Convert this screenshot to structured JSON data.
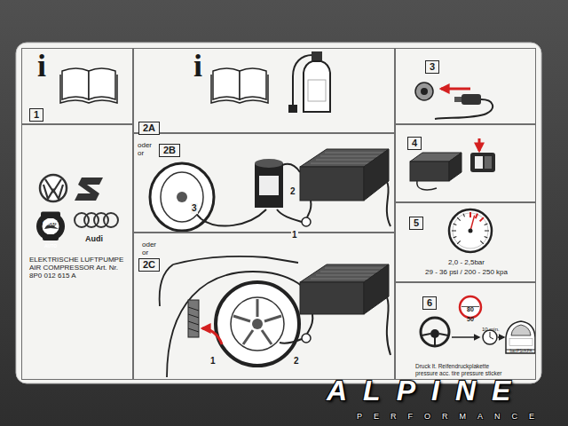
{
  "diagram": {
    "nodes": [
      {
        "text": [
          "1"
        ]
      },
      {
        "text": [
          "2A"
        ]
      },
      {
        "text": [
          "3"
        ]
      },
      {
        "text": [
          "ELEKTRISCHE LUFTPUMPE AIR COMPRESSOR Art. Nr. 8P0 012 615 A"
        ]
      },
      {
        "text": [
          "2B"
        ]
      },
      {
        "text": [
          "4"
        ]
      },
      {
        "text": [
          "5",
          "2,0 - 2,5bar",
          "29 - 36 psi / 200 - 250 kpa"
        ]
      },
      {
        "text": [
          "2C"
        ]
      },
      {
        "text": [
          "6",
          "Druck lt. Reifendruckplakette",
          "pressure acc. tire pressure sticker"
        ]
      }
    ],
    "labels": [
      "i",
      "i",
      "oder",
      "or",
      "oder",
      "or",
      "ŠKODA",
      "AUTO",
      "Audi",
      "3",
      "2",
      "1",
      "1",
      "2",
      "80",
      "50",
      "10 min.",
      "bar/PSI/KPA",
      "ALPINE",
      "PERFORMANCE"
    ]
  }
}
